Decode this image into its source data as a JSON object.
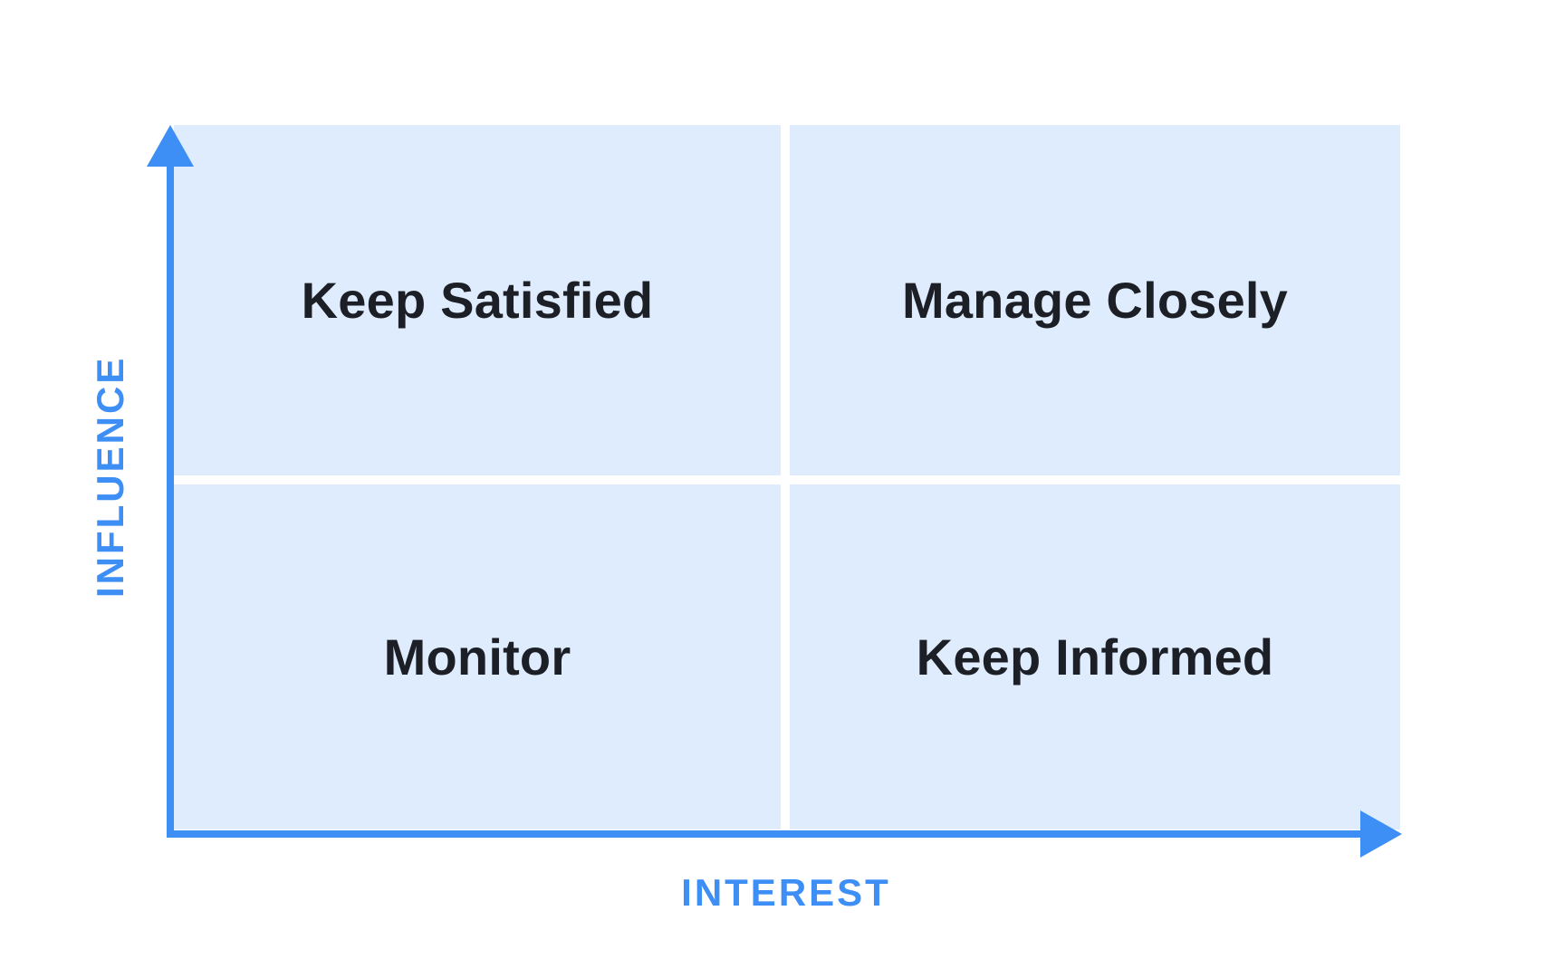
{
  "colors": {
    "quadrant_fill": "#dfecfd",
    "axis": "#3d8ef5",
    "label_text": "#1c1f26"
  },
  "quadrants": {
    "top_left": "Keep Satisfied",
    "top_right": "Manage Closely",
    "bottom_left": "Monitor",
    "bottom_right": "Keep Informed"
  },
  "axes": {
    "x_label": "INTEREST",
    "y_label": "INFLUENCE"
  }
}
